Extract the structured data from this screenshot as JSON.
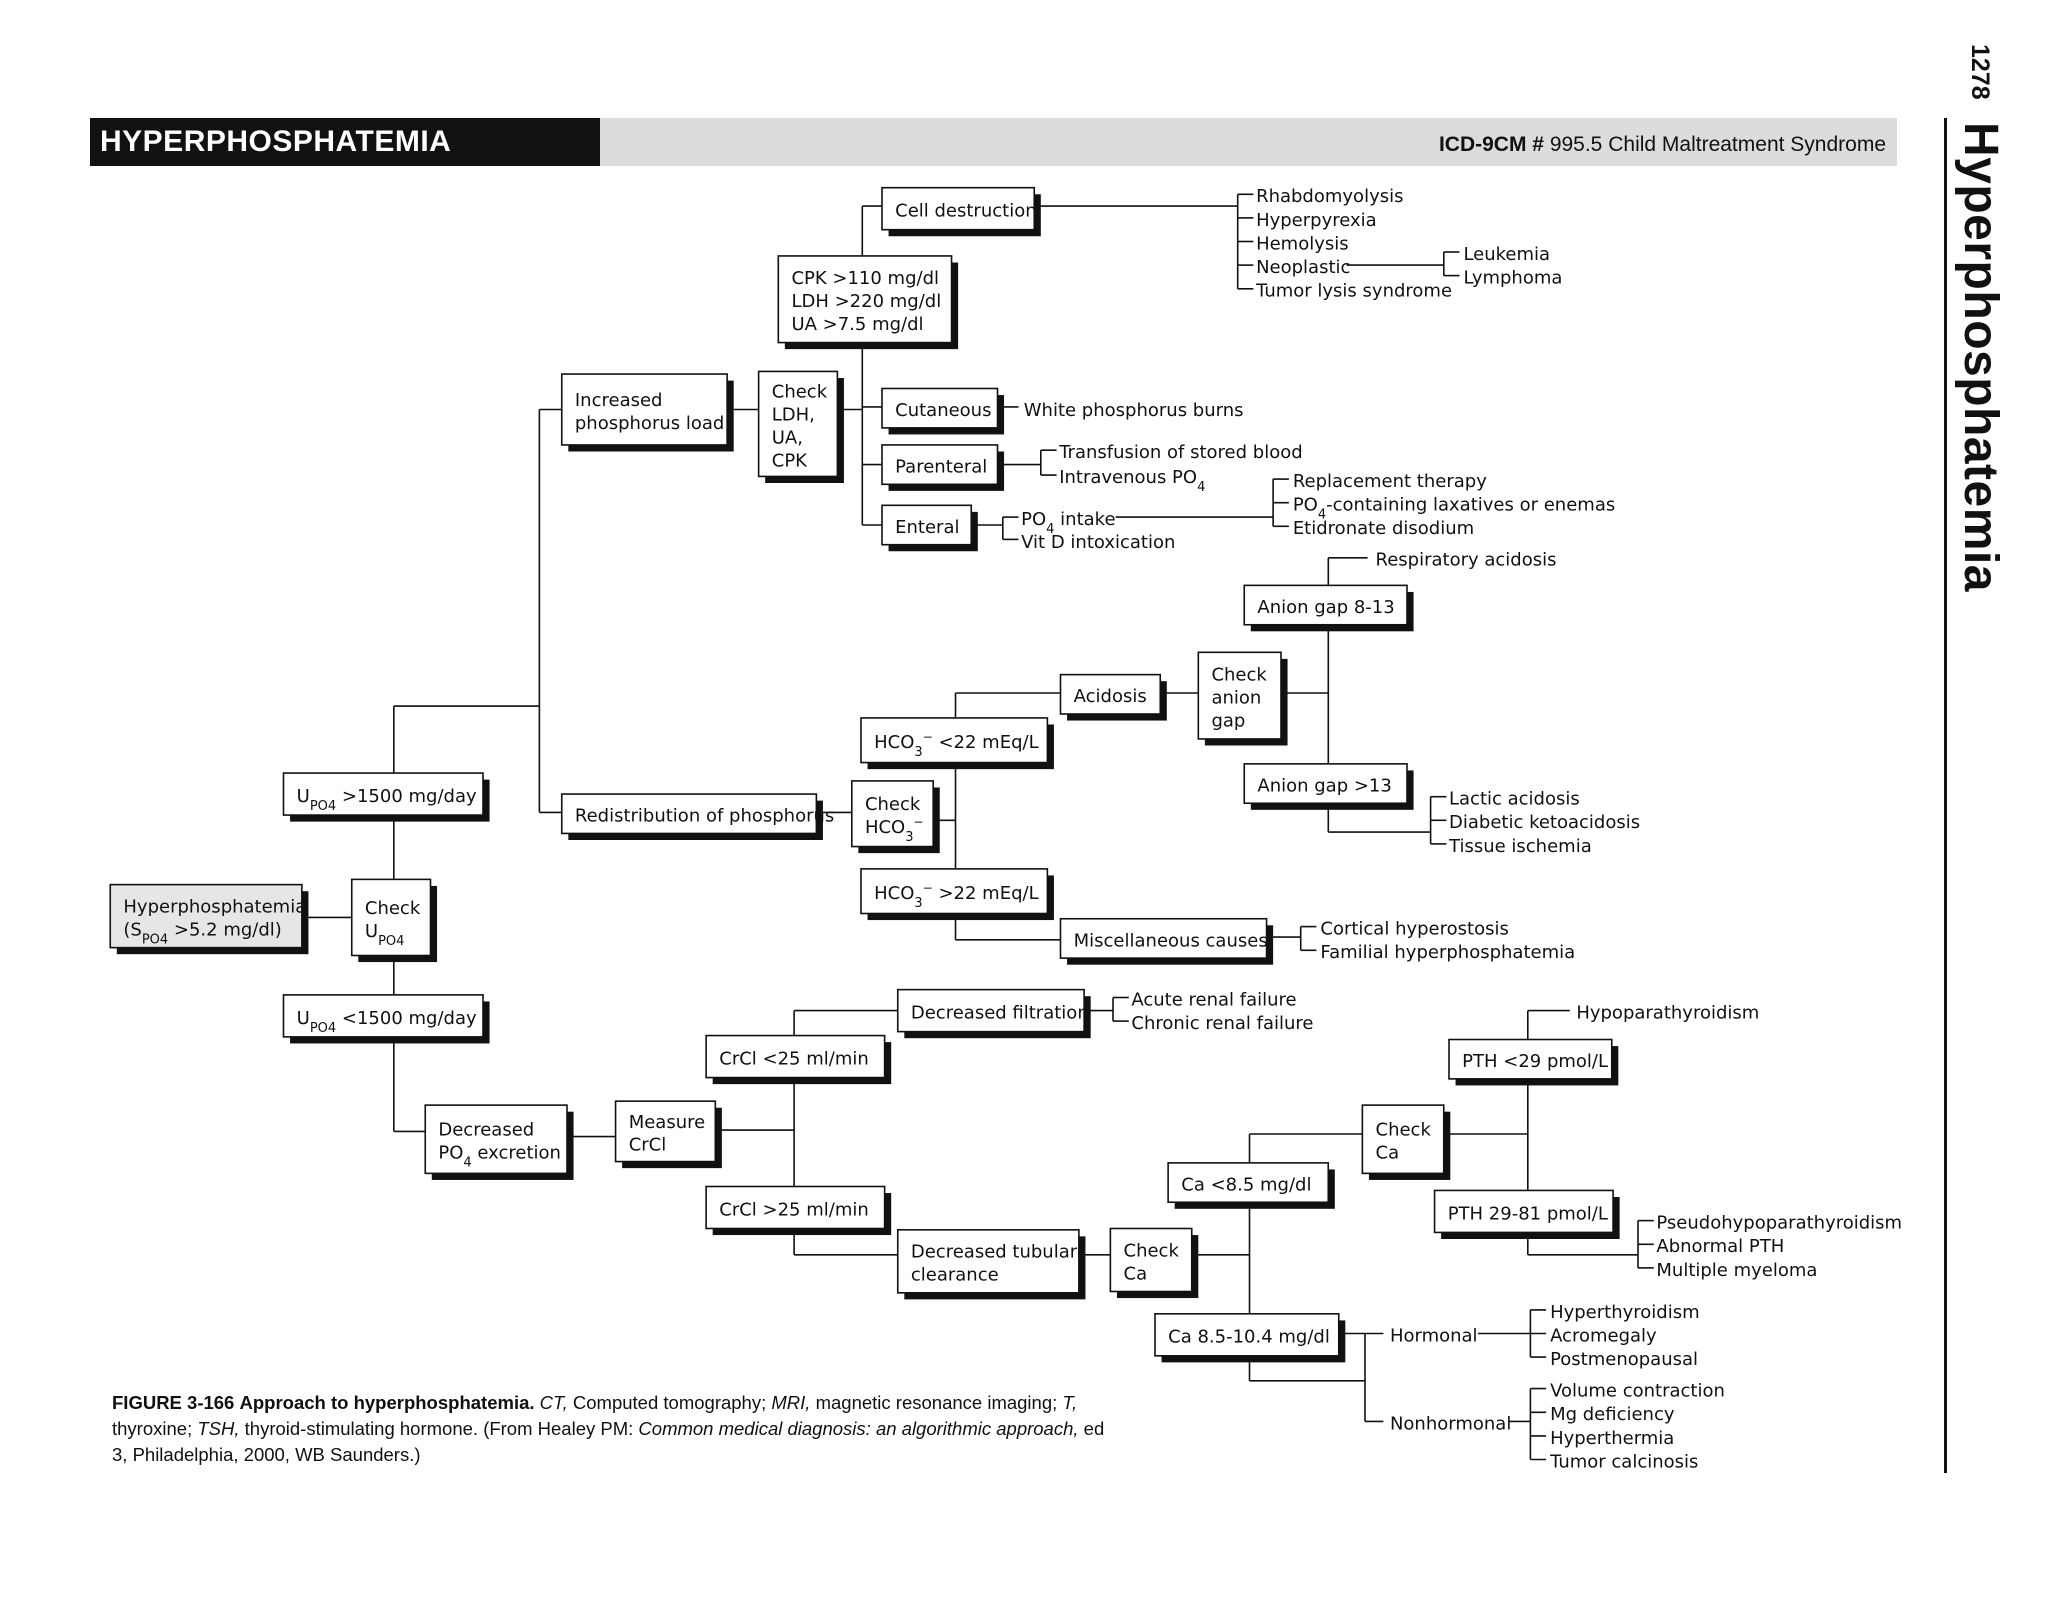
{
  "header": {
    "title": "HYPERPHOSPHATEMIA",
    "icd_label": "ICD-9CM #",
    "icd_code": "995.5",
    "icd_desc": "Child Maltreatment Syndrome"
  },
  "side": {
    "page_number": "1278",
    "title": "Hyperphosphatemia"
  },
  "diagram": {
    "boxes": [
      {
        "id": "start",
        "label": "Hyperphosphatemia\n(S{PO4} >5.2 mg/dl)",
        "grey": true
      },
      {
        "id": "check_upo4",
        "label": "Check\nU{PO4}"
      },
      {
        "id": "upo4_high",
        "label": "U{PO4} >1500 mg/day"
      },
      {
        "id": "upo4_low",
        "label": "U{PO4} <1500 mg/day"
      },
      {
        "id": "inc_load",
        "label": "Increased\nphosphorus load"
      },
      {
        "id": "check_ldh",
        "label": "Check\nLDH,\nUA,\nCPK"
      },
      {
        "id": "cpk",
        "label": "CPK >110 mg/dl\nLDH >220 mg/dl\nUA >7.5 mg/dl"
      },
      {
        "id": "cell_dest",
        "label": "Cell destruction"
      },
      {
        "id": "cutaneous",
        "label": "Cutaneous"
      },
      {
        "id": "parenteral",
        "label": "Parenteral"
      },
      {
        "id": "enteral",
        "label": "Enteral"
      },
      {
        "id": "redist",
        "label": "Redistribution of phosphorus"
      },
      {
        "id": "check_hco3",
        "label": "Check\nHCO{3-}"
      },
      {
        "id": "hco3_low",
        "label": "HCO{3-} <22 mEq/L"
      },
      {
        "id": "hco3_high",
        "label": "HCO{3-} >22 mEq/L"
      },
      {
        "id": "acidosis",
        "label": "Acidosis"
      },
      {
        "id": "check_ag",
        "label": "Check\nanion\ngap"
      },
      {
        "id": "ag_813",
        "label": "Anion gap 8-13"
      },
      {
        "id": "ag_13",
        "label": "Anion gap >13"
      },
      {
        "id": "misc",
        "label": "Miscellaneous causes"
      },
      {
        "id": "dec_po4",
        "label": "Decreased\nPO{4} excretion"
      },
      {
        "id": "measure_crcl",
        "label": "Measure\nCrCl"
      },
      {
        "id": "crcl_low",
        "label": "CrCl <25 ml/min"
      },
      {
        "id": "crcl_high",
        "label": "CrCl >25 ml/min"
      },
      {
        "id": "dec_filt",
        "label": "Decreased filtration"
      },
      {
        "id": "dec_tub",
        "label": "Decreased tubular\nclearance"
      },
      {
        "id": "check_ca1",
        "label": "Check\nCa"
      },
      {
        "id": "ca_low",
        "label": "Ca <8.5 mg/dl"
      },
      {
        "id": "ca_norm",
        "label": "Ca 8.5-10.4 mg/dl"
      },
      {
        "id": "check_ca2",
        "label": "Check\nCa"
      },
      {
        "id": "pth_low",
        "label": "PTH <29 pmol/L"
      },
      {
        "id": "pth_mid",
        "label": "PTH 29-81 pmol/L"
      }
    ],
    "labels": [
      {
        "id": "cell_causes",
        "items": [
          "Rhabdomyolysis",
          "Hyperpyrexia",
          "Hemolysis",
          "Neoplastic",
          "Tumor lysis syndrome"
        ]
      },
      {
        "id": "neoplastic_sub",
        "items": [
          "Leukemia",
          "Lymphoma"
        ]
      },
      {
        "id": "cutaneous_cause",
        "items": [
          "White phosphorus burns"
        ]
      },
      {
        "id": "parenteral_causes",
        "items": [
          "Transfusion of stored blood",
          "Intravenous PO{4}"
        ]
      },
      {
        "id": "enteral_causes",
        "items": [
          "PO{4} intake",
          "Vit D intoxication"
        ]
      },
      {
        "id": "po4_intake_sub",
        "items": [
          "Replacement therapy",
          "PO{4}-containing laxatives or enemas",
          "Etidronate disodium"
        ]
      },
      {
        "id": "resp_acidosis",
        "items": [
          "Respiratory acidosis"
        ]
      },
      {
        "id": "ag13_causes",
        "items": [
          "Lactic acidosis",
          "Diabetic ketoacidosis",
          "Tissue ischemia"
        ]
      },
      {
        "id": "misc_causes",
        "items": [
          "Cortical hyperostosis",
          "Familial hyperphosphatemia"
        ]
      },
      {
        "id": "filt_causes",
        "items": [
          "Acute renal failure",
          "Chronic renal failure"
        ]
      },
      {
        "id": "hypopara",
        "items": [
          "Hypoparathyroidism"
        ]
      },
      {
        "id": "pth_mid_causes",
        "items": [
          "Pseudohypoparathyroidism",
          "Abnormal PTH",
          "Multiple myeloma"
        ]
      },
      {
        "id": "hormonal",
        "items": [
          "Hormonal"
        ]
      },
      {
        "id": "hormonal_causes",
        "items": [
          "Hyperthyroidism",
          "Acromegaly",
          "Postmenopausal"
        ]
      },
      {
        "id": "nonhormonal",
        "items": [
          "Nonhormonal"
        ]
      },
      {
        "id": "nonhormonal_causes",
        "items": [
          "Volume contraction",
          "Mg deficiency",
          "Hyperthermia",
          "Tumor calcinosis"
        ]
      }
    ]
  },
  "caption": {
    "figure": "FIGURE 3-166",
    "title": "Approach to hyperphosphatemia.",
    "abbr1": "CT,",
    "def1": "Computed tomography;",
    "abbr2": "MRI,",
    "def2": "magnetic resonance imaging;",
    "abbr3": "T,",
    "def3": "thyroxine;",
    "abbr4": "TSH,",
    "def4": "thyroid-stimulating hormone. (From Healey PM:",
    "book": "Common medical diagnosis: an algorithmic approach,",
    "tail": "ed 3, Philadelphia, 2000, WB Saunders.)"
  }
}
